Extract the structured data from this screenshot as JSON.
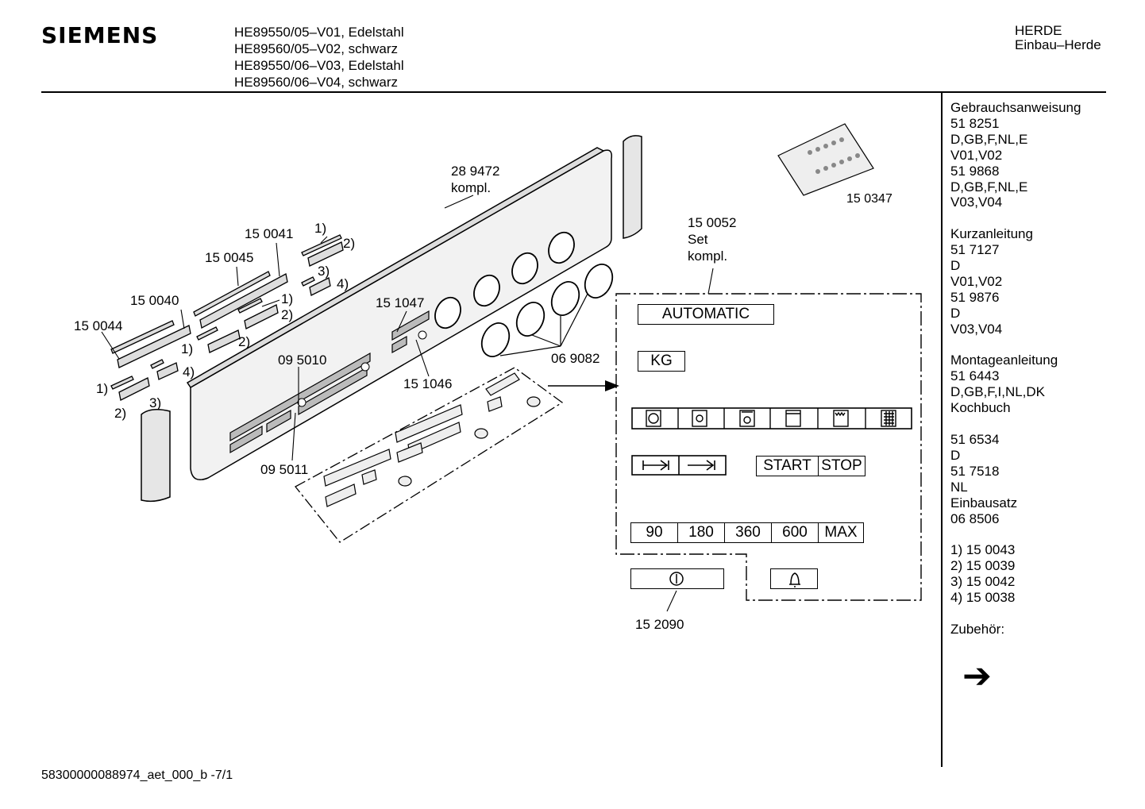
{
  "header": {
    "brand": "SIEMENS",
    "models": [
      "HE89550/05–V01, Edelstahl",
      "HE89560/05–V02, schwarz",
      "HE89550/06–V03, Edelstahl",
      "HE89560/06–V04, schwarz"
    ],
    "category": [
      "HERDE",
      "Einbau–Herde"
    ]
  },
  "sidebar": {
    "groups": [
      [
        "Gebrauchsanweisung",
        "51 8251",
        "D,GB,F,NL,E",
        "V01,V02",
        "51 9868",
        "D,GB,F,NL,E",
        "V03,V04"
      ],
      [
        "Kurzanleitung",
        "51 7127",
        "D",
        "V01,V02",
        "51 9876",
        "D",
        "V03,V04"
      ],
      [
        "Montageanleitung",
        "51 6443",
        "D,GB,F,I,NL,DK",
        "Kochbuch"
      ],
      [
        "51 6534",
        "D",
        "51 7518",
        "NL",
        "Einbausatz",
        "06 8506"
      ],
      [
        "1)  15 0043",
        "2)  15 0039",
        "3)  15 0042",
        "4)  15 0038"
      ],
      [
        "Zubehör:"
      ]
    ]
  },
  "parts": {
    "p289472": "28 9472",
    "kompl": "kompl.",
    "p150347": "15 0347",
    "p150052": "15 0052",
    "set": "Set",
    "kompl2": "kompl.",
    "p150041": "15 0041",
    "p150045": "15 0045",
    "p150040": "15 0040",
    "p150044": "15 0044",
    "p151047": "15 1047",
    "p151046": "15 1046",
    "p095010": "09 5010",
    "p095011": "09 5011",
    "p069082": "06 9082",
    "p152090": "15 2090",
    "n1": "1)",
    "n2": "2)",
    "n3": "3)",
    "n4": "4)"
  },
  "panel": {
    "automatic": "AUTOMATIC",
    "kg": "KG",
    "start": "START",
    "stop": "STOP",
    "times": [
      "90",
      "180",
      "360",
      "600",
      "MAX"
    ],
    "icons": [
      "fan-grill-icon",
      "fan-icon",
      "bottom-heat-fan-icon",
      "top-bottom-heat-icon",
      "grill-icon",
      "defrost-grid-icon"
    ]
  },
  "footer": {
    "doc_id": "58300000088974_aet_000_b -7/1"
  },
  "icons": {
    "zubehoer_arrow": "right-arrow-icon",
    "power": "power-icon",
    "bell": "bell-icon"
  }
}
